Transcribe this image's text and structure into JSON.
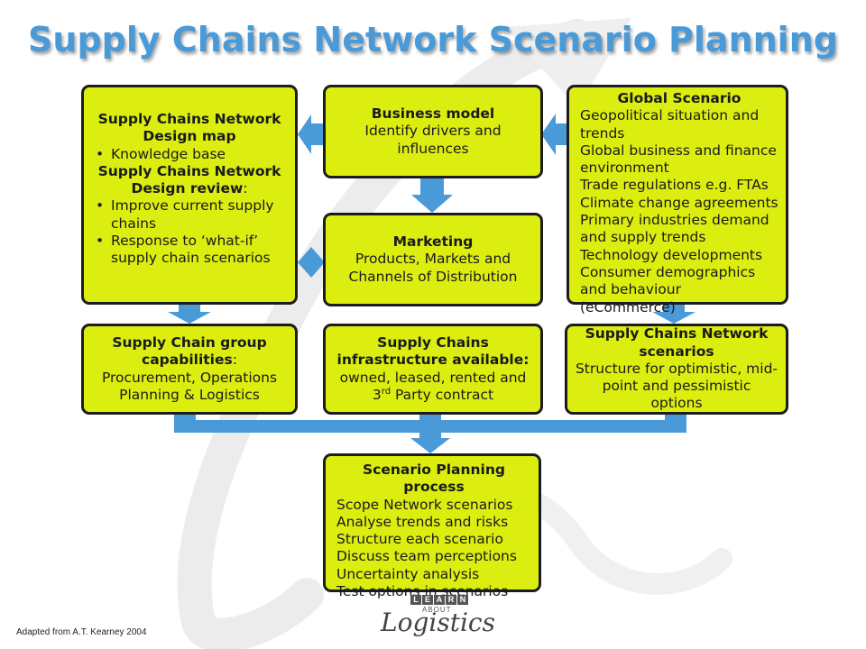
{
  "title": "Supply Chains Network Scenario Planning",
  "colors": {
    "box_fill": "#dcee10",
    "arrow": "#4a9ad8",
    "title": "#4a9ad8"
  },
  "design_map": {
    "heading1": "Supply Chains Network Design map",
    "bullet1": "Knowledge base",
    "heading2": "Supply Chains Network Design review",
    "heading2_suffix": ":",
    "bullets2": [
      "Improve current supply chains",
      "Response to ‘what-if’ supply chain scenarios"
    ]
  },
  "business_model": {
    "heading": "Business model",
    "text": "Identify drivers and influences"
  },
  "marketing": {
    "heading": "Marketing",
    "text": "Products, Markets and Channels of Distribution"
  },
  "global_scenario": {
    "heading": "Global Scenario",
    "lines": [
      "Geopolitical situation and trends",
      "Global business and finance environment",
      "Trade regulations e.g. FTAs",
      "Climate change agreements",
      "Primary industries demand and supply trends",
      "Technology developments",
      "Consumer demographics and behaviour (eCommerce)"
    ]
  },
  "capabilities": {
    "heading": "Supply Chain group capabilities",
    "heading_suffix": ":",
    "text": "Procurement, Operations Planning & Logistics"
  },
  "infrastructure": {
    "heading": "Supply Chains infrastructure available:",
    "text_before": "owned, leased, rented and",
    "text_num": "3",
    "text_sup": "rd",
    "text_after": " Party contract"
  },
  "network_scenarios": {
    "heading": "Supply Chains Network scenarios",
    "text": "Structure for optimistic, mid-point and pessimistic options"
  },
  "process": {
    "heading": "Scenario Planning process",
    "lines": [
      "Scope Network scenarios",
      "Analyse trends and risks",
      "Structure each scenario",
      "Discuss team perceptions",
      "Uncertainty analysis",
      "Test options in scenarios"
    ]
  },
  "footer": {
    "source": "Adapted from A.T. Kearney 2004"
  },
  "logo": {
    "learn_letters": [
      "L",
      "E",
      "A",
      "R",
      "N"
    ],
    "about": "ABOUT",
    "word": "Logistics"
  }
}
